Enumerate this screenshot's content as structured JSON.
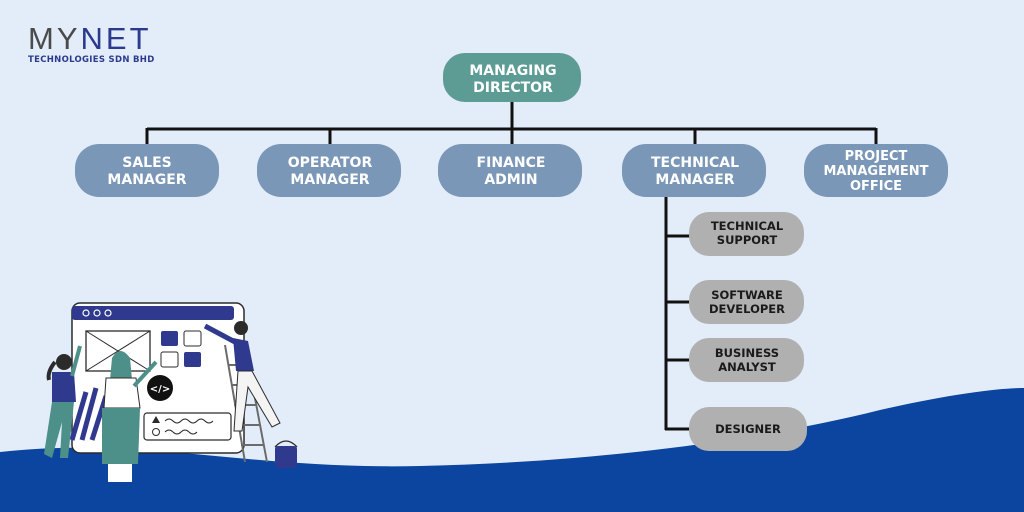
{
  "logo": {
    "brand_part1": "MY",
    "brand_part2": "NET",
    "subtitle": "TECHNOLOGIES SDN BHD"
  },
  "chart": {
    "top": [
      "MANAGING",
      "DIRECTOR"
    ],
    "managers": [
      [
        "SALES",
        "MANAGER"
      ],
      [
        "OPERATOR",
        "MANAGER"
      ],
      [
        "FINANCE",
        "ADMIN"
      ],
      [
        "TECHNICAL",
        "MANAGER"
      ],
      [
        "PROJECT",
        "MANAGEMENT",
        "OFFICE"
      ]
    ],
    "technical_team": [
      [
        "TECHNICAL",
        "SUPPORT"
      ],
      [
        "SOFTWARE",
        "DEVELOPER"
      ],
      [
        "BUSINESS",
        "ANALYST"
      ],
      [
        "DESIGNER"
      ]
    ]
  },
  "colors": {
    "background": "#e3edf9",
    "director_node": "#5d9c95",
    "manager_node": "#7a97b8",
    "team_node": "#b0b0b0",
    "connector": "#111111",
    "wave": "#0c45a0",
    "illustration_accent": "#2f3a8f"
  },
  "illustration": {
    "code_icon": "</>"
  }
}
